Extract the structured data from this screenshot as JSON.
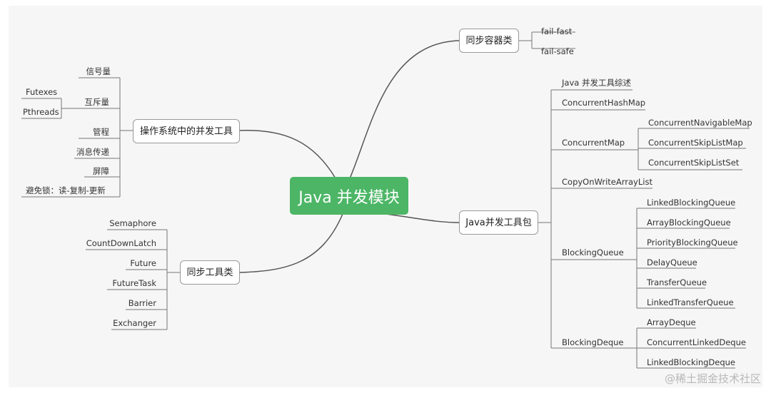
{
  "diagram": {
    "root": "Java 并发模块",
    "branches": {
      "sync_containers": {
        "label": "同步容器类",
        "children": [
          "fail-fast",
          "fail-safe"
        ]
      },
      "os_tools": {
        "label": "操作系统中的并发工具",
        "children": [
          "信号量",
          "互斥量",
          "管程",
          "消息传递",
          "屏障",
          "避免锁：读-复制-更新"
        ],
        "mutex_children": [
          "Futexes",
          "Pthreads"
        ]
      },
      "sync_tools": {
        "label": "同步工具类",
        "children": [
          "Semaphore",
          "CountDownLatch",
          "Future",
          "FutureTask",
          "Barrier",
          "Exchanger"
        ]
      },
      "juc": {
        "label": "Java并发工具包",
        "children": [
          "Java 并发工具综述",
          "ConcurrentHashMap",
          "ConcurrentMap",
          "CopyOnWriteArrayList",
          "BlockingQueue",
          "BlockingDeque"
        ],
        "concurrent_map_children": [
          "ConcurrentNavigableMap",
          "ConcurrentSkipListMap",
          "ConcurrentSkipListSet"
        ],
        "blocking_queue_children": [
          "LinkedBlockingQueue",
          "ArrayBlockingQueue",
          "PriorityBlockingQueue",
          "DelayQueue",
          "TransferQueue",
          "LinkedTransferQueue"
        ],
        "blocking_deque_children": [
          "ArrayDeque",
          "ConcurrentLinkedDeque",
          "LinkedBlockingDeque"
        ]
      }
    }
  },
  "watermark": "@稀土掘金技术社区",
  "colors": {
    "root_fill": "#4cb666",
    "line": "#555555",
    "canvas": "#f6f6f6"
  }
}
